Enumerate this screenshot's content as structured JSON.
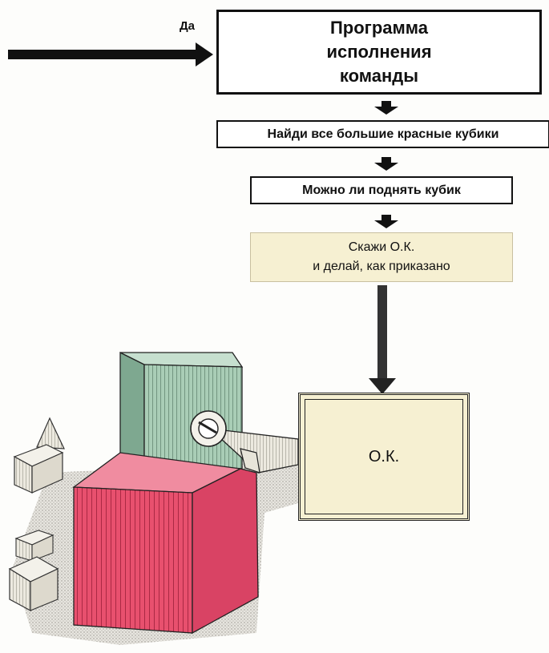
{
  "colors": {
    "ink": "#111111",
    "panel_fill": "#f6f0d2",
    "red_cube": "#e8506e",
    "green_cube": "#a9cdb6",
    "shadow": "#d8d6d0"
  },
  "diagram": {
    "yes_label": "Да",
    "program_box": [
      "Программа",
      "исполнения",
      "команды"
    ],
    "step_find": "Найди все большие красные кубики",
    "step_can_lift": "Можно ли поднять кубик",
    "step_say_ok": [
      "Скажи   О.К.",
      "и делай, как приказано"
    ],
    "ok_screen": "О.К."
  }
}
